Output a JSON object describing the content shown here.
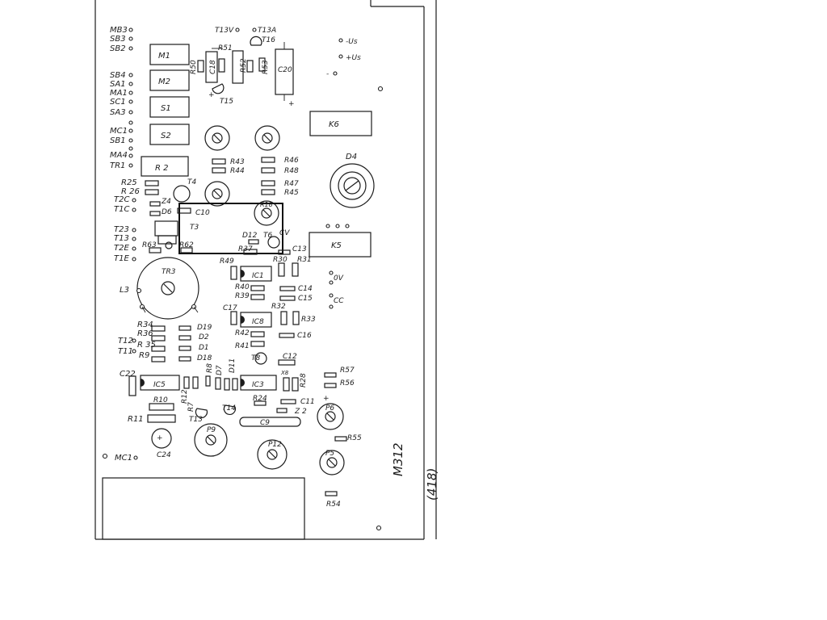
{
  "connector_labels": [
    "MB3",
    "SB3",
    "SB2",
    "SB4",
    "SA1",
    "MA1",
    "SC1",
    "SA3",
    "MC1",
    "SB1",
    "MA4",
    "TR1",
    "R25",
    "R 26",
    "T2C",
    "T1C",
    "T23",
    "T13",
    "T2E",
    "T1E",
    "L3",
    "T12",
    "R36",
    "T11",
    "R 35",
    "R9",
    "R34",
    "C22",
    "R11",
    "MC1"
  ],
  "supply_labels": [
    "-Us",
    "+Us",
    "-"
  ],
  "blocks": [
    "M1",
    "M2",
    "S1",
    "S2",
    "R 2",
    "K6",
    "K5",
    "TR3",
    "D4"
  ],
  "ics": [
    "IC1",
    "IC8",
    "IC5",
    "IC3"
  ],
  "pots": [
    "P9",
    "P12",
    "P6",
    "P5"
  ],
  "capacitors": [
    "C18",
    "C20",
    "C9",
    "C24",
    "C10",
    "C13",
    "C14",
    "C15",
    "C16",
    "C12",
    "C11",
    "C17"
  ],
  "transistors": [
    "T13V",
    "T13A",
    "T16",
    "T15",
    "T4",
    "T3",
    "T6",
    "T8",
    "T14",
    "T13"
  ],
  "resistors_top": [
    "R50",
    "R51",
    "R52",
    "R53"
  ],
  "resistors_mid": [
    "R43",
    "R44",
    "R46",
    "R48",
    "R47",
    "R45",
    "R49",
    "R30",
    "R31",
    "R40",
    "R39",
    "R32",
    "R33",
    "R42",
    "R41",
    "R37",
    "R63",
    "R62"
  ],
  "resistors_low": [
    "R57",
    "R56",
    "R10",
    "R12",
    "R7",
    "R8",
    "R24",
    "R28",
    "R55",
    "R54"
  ],
  "diodes": [
    "Z4",
    "D6",
    "D12",
    "D19",
    "D2",
    "D1",
    "D18",
    "D7",
    "D11",
    "Z 2"
  ],
  "misc_labels": [
    "CV",
    "0V",
    "CC",
    "R18",
    "C",
    "X8"
  ],
  "board_code": "M312",
  "page_number": "(418)"
}
